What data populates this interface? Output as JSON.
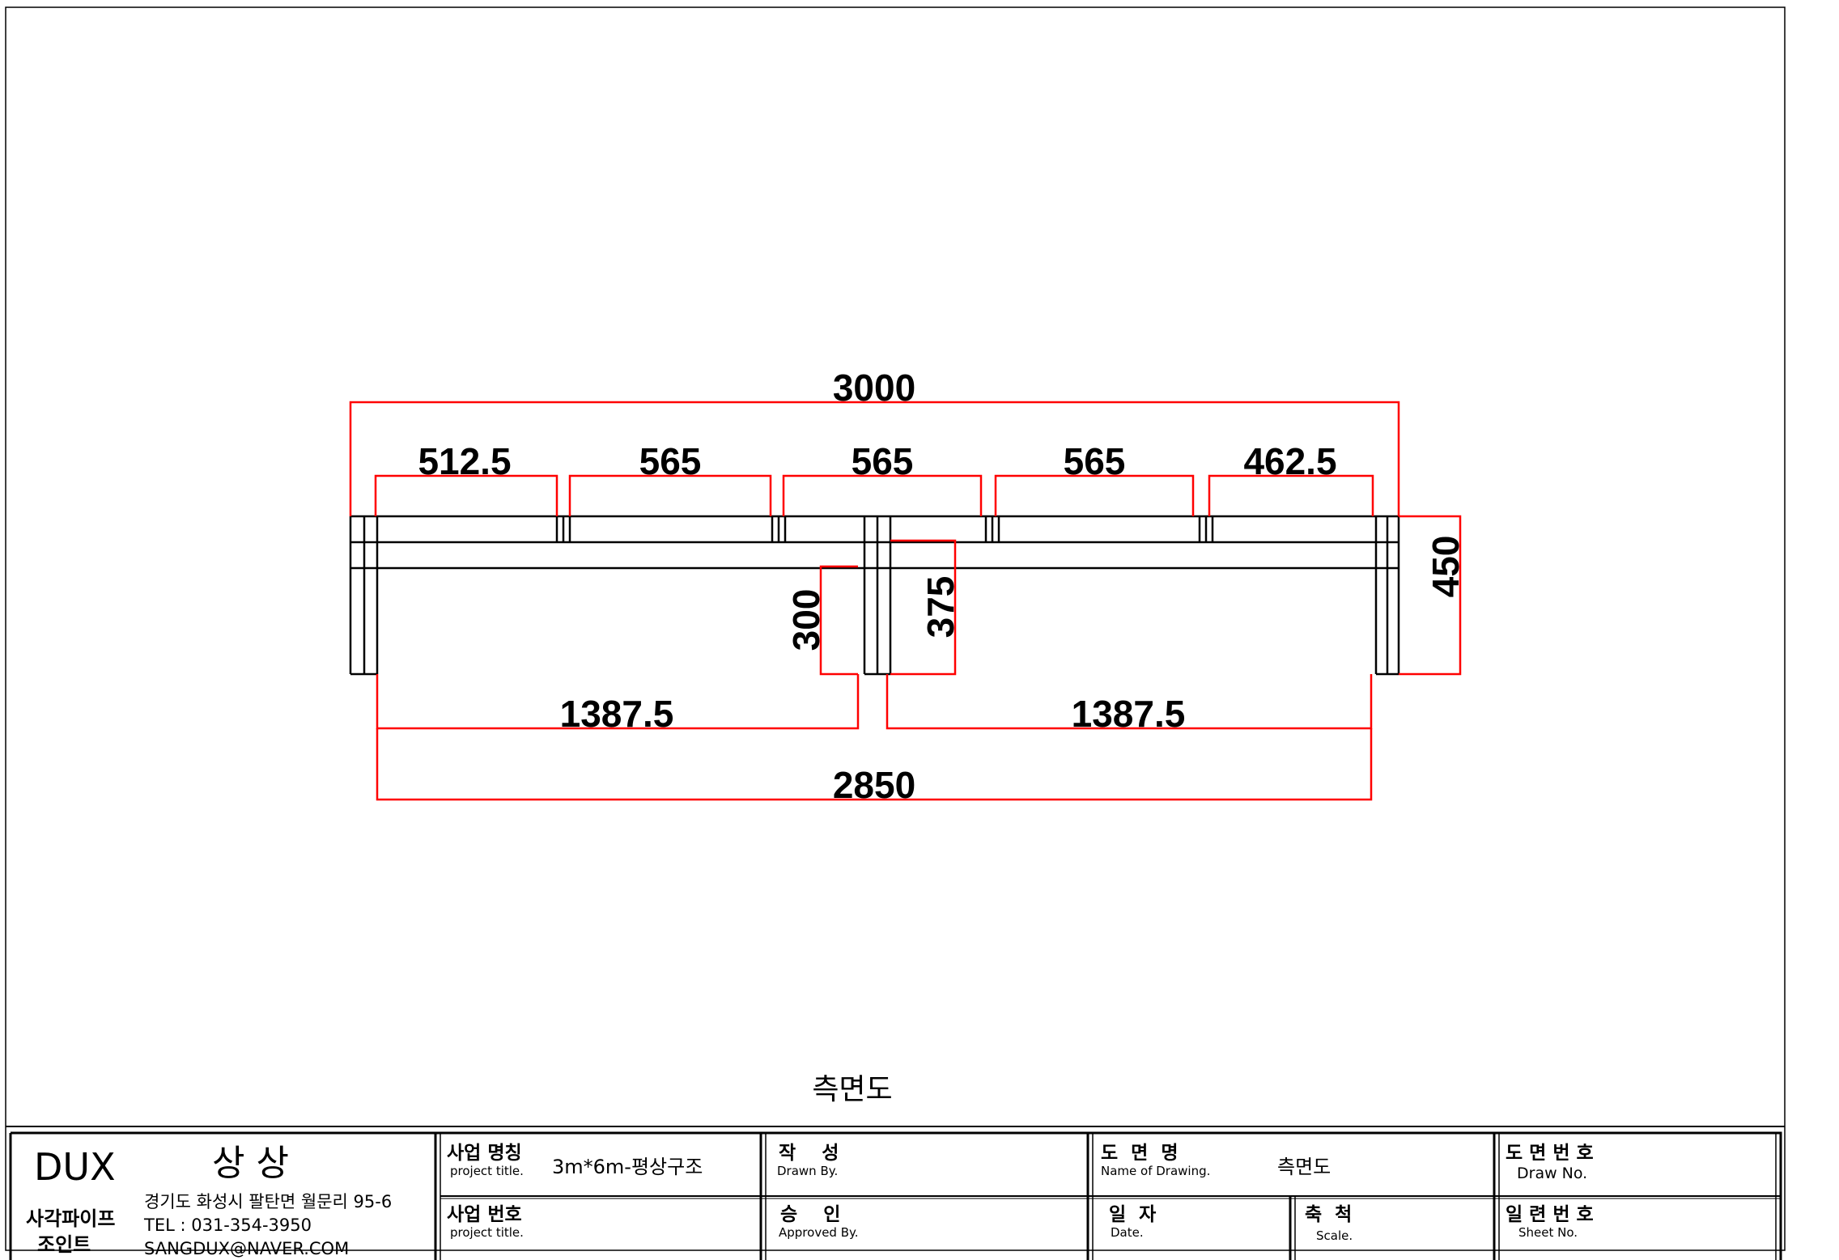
{
  "drawing": {
    "caption": "측면도",
    "dimensions": {
      "overall_top": "3000",
      "seg1": "512.5",
      "seg2": "565",
      "seg3": "565",
      "seg4": "565",
      "seg5": "462.5",
      "height_total": "450",
      "height_left": "300",
      "height_right": "375",
      "bottom_left": "1387.5",
      "bottom_right": "1387.5",
      "overall_bottom": "2850"
    }
  },
  "title_block": {
    "company": "DUX",
    "brand": "상 상",
    "product_line1": "사각파이프",
    "product_line2": "조인트",
    "address": "경기도 화성시 팔탄면 월문리 95-6",
    "tel": "TEL : 031-354-3950",
    "email": "SANGDUX@NAVER.COM",
    "project_name_label": "사업 명칭",
    "project_name_label_en": "project title.",
    "project_name_value": "3m*6m-평상구조",
    "project_no_label": "사업 번호",
    "project_no_label_en": "project title.",
    "drawn_label": "작    성",
    "drawn_label_en": "Drawn By.",
    "approved_label": "승    인",
    "approved_label_en": "Approved By.",
    "drawing_name_label": "도  면  명",
    "drawing_name_label_en": "Name of Drawing.",
    "drawing_name_value": "측면도",
    "date_label": "일  자",
    "date_label_en": "Date.",
    "scale_label": "축  척",
    "scale_label_en": "Scale.",
    "drawing_no_label": "도 면 번 호",
    "drawing_no_label_en": "Draw No.",
    "sheet_no_label": "일 련 번 호",
    "sheet_no_label_en": "Sheet No."
  },
  "colors": {
    "dimension_line": "#ff0000",
    "outline": "#000000"
  }
}
